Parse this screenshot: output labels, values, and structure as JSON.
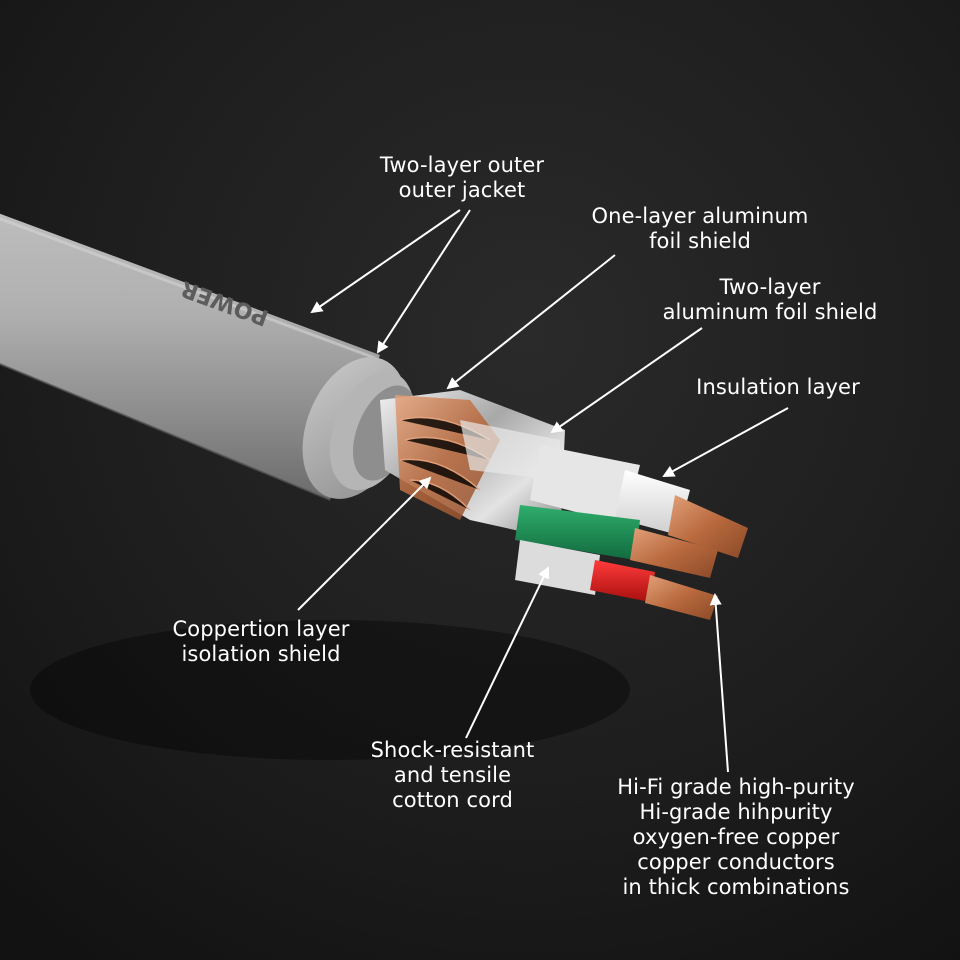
{
  "colors": {
    "background": "#1b1b1b",
    "jacket": "#a9a9a9",
    "foil": "#cfcfcf",
    "copper": "#c77a4a",
    "green_insulation": "#1f8a55",
    "red_insulation": "#d11f1f",
    "white_insulation": "#f2f2f2",
    "label_text": "#ffffff"
  },
  "jacket_print": "POWER",
  "callouts": {
    "outer_jacket": [
      "Two-layer outer",
      "outer jacket"
    ],
    "foil_one": [
      "One-layer aluminum",
      "foil shield"
    ],
    "foil_two": [
      "Two-layer",
      "aluminum foil shield"
    ],
    "insulation": [
      "Insulation layer"
    ],
    "copper_shield": [
      "Coppertion layer",
      "isolation shield"
    ],
    "cotton_cord": [
      "Shock-resistant",
      "and tensile",
      "cotton cord"
    ],
    "conductors": [
      "Hi-Fi grade high-purity",
      "Hi-grade hihpurity",
      "oxygen-free copper",
      "copper conductors",
      "in thick combinations"
    ]
  }
}
